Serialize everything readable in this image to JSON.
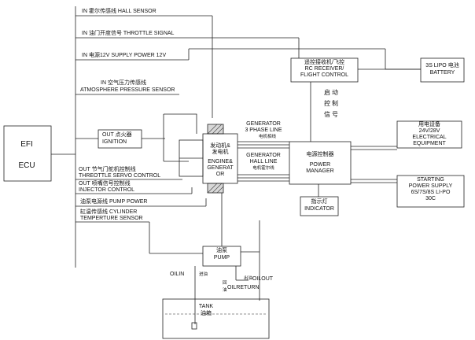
{
  "ecu": {
    "line1": "EFI",
    "line2": "ECU"
  },
  "signals": {
    "hall_sensor": "IN 霍尔传感线 HALL SENSOR",
    "throttle_signal": "IN 油门开度信号 THROTTLE SIGNAL",
    "supply_power": "IN 电源12V SUPPLY POWER 12V",
    "atmosphere_cn": "IN 空气压力传感线",
    "atmosphere_en": "ATMOSPHERE PRESSURE SENSOR",
    "ignition_cn": "OUT 点火器",
    "ignition_en": "IGNITION",
    "throttle_servo": "OUT 节气门舵机控制线",
    "throttle_servo_en": "THREOTTLE SERVO CONTROL",
    "injector_cn": "OUT 喷嘴信号控制线",
    "injector_en": "INJECTOR CONTROL",
    "pump_power": "油泵电源线 PUMP POWER",
    "cylinder_cn": "缸温传感线 CYLINDER",
    "cylinder_en": "TEMPERTURE SENSOR"
  },
  "rc_receiver": {
    "cn": "遥控接收机/飞控",
    "en1": "RC RECEIVER/",
    "en2": "FLIGHT CONTROL"
  },
  "battery": {
    "line1": "3S LIPO 电池",
    "line2": "BATTERY"
  },
  "autostart": [
    "启",
    "动",
    "控",
    "制",
    "信",
    "号"
  ],
  "engine": {
    "cn1": "发动机&",
    "cn2": "发电机",
    "en1": "ENGINE&",
    "en2": "GENERAT",
    "en3": "OR"
  },
  "generator_phase": {
    "en1": "GENERATOR",
    "en2": "3 PHASE LINE",
    "cn": "电机相线"
  },
  "generator_hall": {
    "en1": "GENERATOR",
    "en2": "HALL LINE",
    "cn": "电机霍尔线"
  },
  "power_manager": {
    "cn": "电源控制器",
    "en1": "POWER",
    "en2": "MANAGER"
  },
  "electrical": {
    "cn": "用电设备",
    "en1": "24V/28V",
    "en2": "ELECTRICAL",
    "en3": "EQUIPMENT"
  },
  "starting": {
    "en1": "STARTING",
    "en2": "POWER SUPPLY",
    "en3": "6S/7S/8S LI-PO",
    "en4": "30C"
  },
  "indicator": {
    "cn": "指示灯",
    "en": "INDICATOR"
  },
  "pump": {
    "cn": "油泵",
    "en": "PUMP"
  },
  "oil": {
    "oilin": "OILIN",
    "oilin_cn": "进油",
    "oilout": "OILOUT",
    "oilout_cn": "出油",
    "oilreturn": "OILRETURN",
    "oilreturn_cn1": "回",
    "oilreturn_cn2": "油"
  },
  "tank": {
    "en": "TANK",
    "cn": "油箱"
  }
}
